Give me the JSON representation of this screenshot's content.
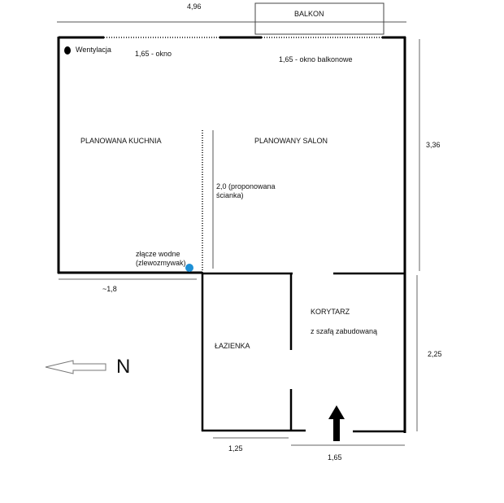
{
  "labels": {
    "total_width": "4,96",
    "balcony": "BALKON",
    "ventilation": "Wentylacja",
    "window": "1,65 - okno",
    "balcony_window": "1,65 - okno balkonowe",
    "kitchen": "PLANOWANA KUCHNIA",
    "living_room": "PLANOWANY SALON",
    "height_top": "3,36",
    "partition_line1": "2,0 (proponowana",
    "partition_line2": "ścianka)",
    "water_line1": "złącze wodne",
    "water_line2": "(zlewozmywak)",
    "kitchen_width": "~1,8",
    "corridor": "KORYTARZ",
    "wardrobe": "z szafą zabudowaną",
    "bathroom": "ŁAZIENKA",
    "height_bottom": "2,25",
    "north": "N",
    "bathroom_width": "1,25",
    "corridor_width": "1,65"
  },
  "colors": {
    "wall": "#000000",
    "dim_line": "#555555",
    "water_point": "#1e90d6"
  },
  "icons": {
    "north_arrow": "left-arrow-outline-icon",
    "entrance_arrow": "up-arrow-solid-icon",
    "ventilation": "black-dot-icon",
    "water_point": "blue-dot-icon"
  }
}
